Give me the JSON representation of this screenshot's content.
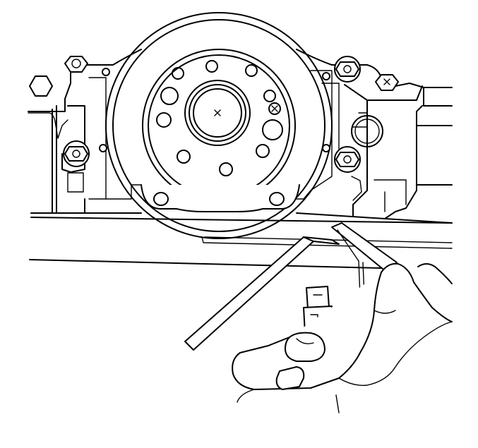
{
  "figure": {
    "colors": {
      "line": "#000000",
      "paper": "#ffffff"
    },
    "parts": [
      "engine-block",
      "flywheel-adapter-flange",
      "crankshaft-center-bore",
      "mounting-bolt",
      "straight-edge",
      "feeler-gauge",
      "gauge-connector",
      "hand"
    ]
  }
}
